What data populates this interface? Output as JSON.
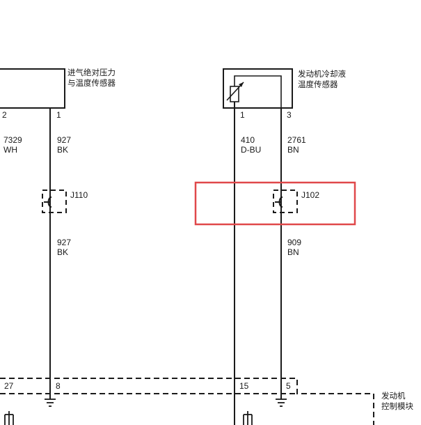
{
  "components": {
    "map_sensor": {
      "label_line1": "进气绝对压力",
      "label_line2": "与温度传感器"
    },
    "ect_sensor": {
      "label_line1": "发动机冷却液",
      "label_line2": "温度传感器"
    },
    "ecm": {
      "label_line1": "发动机",
      "label_line2": "控制模块"
    }
  },
  "pins": {
    "map_pin_2": "2",
    "map_pin_1": "1",
    "ect_pin_1": "1",
    "ect_pin_3": "3"
  },
  "wires": {
    "w7329": {
      "circuit": "7329",
      "color": "WH"
    },
    "w927_upper": {
      "circuit": "927",
      "color": "BK"
    },
    "w927_lower": {
      "circuit": "927",
      "color": "BK"
    },
    "w410": {
      "circuit": "410",
      "color": "D-BU"
    },
    "w2761": {
      "circuit": "2761",
      "color": "BN"
    },
    "w909": {
      "circuit": "909",
      "color": "BN"
    }
  },
  "connectors": {
    "j110": "J110",
    "j102": "J102"
  },
  "ecm_pins": {
    "p27": "27",
    "p8": "8",
    "p15": "15",
    "p5": "5"
  },
  "colors": {
    "line": "#1a1a1a",
    "highlight": "#e0484a",
    "background": "#ffffff"
  }
}
